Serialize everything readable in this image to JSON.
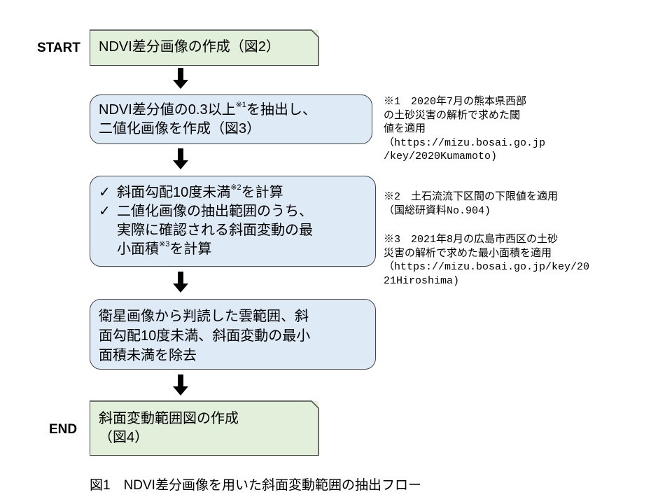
{
  "labels": {
    "start": "START",
    "end": "END"
  },
  "steps": [
    {
      "text": "NDVI差分画像の作成（図2）"
    },
    {
      "text_a": "NDVI差分値の0.3以上",
      "sup": "※1",
      "text_b": "を抽出し、",
      "line2": "二値化画像を作成（図3）"
    },
    {
      "items": [
        {
          "check": "✓",
          "text_a": "斜面勾配10度未満",
          "sup": "※2",
          "text_b": "を計算"
        },
        {
          "check": "✓",
          "line1": "二値化画像の抽出範囲のうち、",
          "line2": "実際に確認される斜面変動の最",
          "line3_a": "小面積",
          "sup": "※3",
          "line3_b": "を計算"
        }
      ]
    },
    {
      "line1": "衛星画像から判読した雲範囲、斜",
      "line2": "面勾配10度未満、斜面変動の最小",
      "line3": "面積未満を除去"
    },
    {
      "line1": "斜面変動範囲図の作成",
      "line2": "（図4）"
    }
  ],
  "notes": [
    "※1　2020年7月の熊本県西部\nの土砂災害の解析で求めた閾\n値を適用\n（https://mizu.bosai.go.jp\n/key/2020Kumamoto)",
    "※2　土石流流下区間の下限値を適用\n（国総研資料No.904)",
    "※3　2021年8月の広島市西区の土砂\n災害の解析で求めた最小面積を適用\n（https://mizu.bosai.go.jp/key/20\n21Hiroshima)"
  ],
  "caption": "図1　NDVI差分画像を用いた斜面変動範囲の抽出フロー",
  "colors": {
    "start_end_fill": "#e2efda",
    "process_fill": "#deebf7",
    "border": "#444444"
  }
}
